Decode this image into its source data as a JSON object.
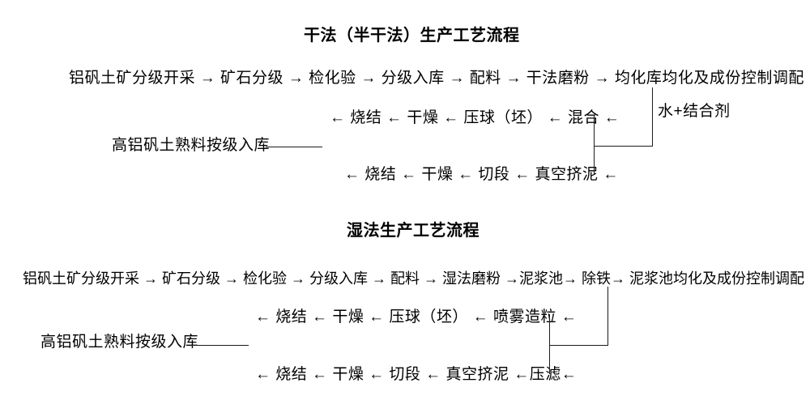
{
  "diagram": {
    "dry": {
      "title": "干法（半干法）生产工艺流程",
      "main_flow": "铝矾土矿分级开采 → 矿石分级 → 检化验 → 分级入库 → 配料 → 干法磨粉 → 均化库均化及成份控制调配",
      "additive_label": "水+结合剂",
      "press_flow": "← 烧结 ← 干燥 ← 压球（坯） ← 混合 ←",
      "storage_label": "高铝矾土熟料按级入库",
      "extrude_flow": "← 烧结 ← 干燥 ← 切段 ← 真空挤泥 ←"
    },
    "wet": {
      "title": "湿法生产工艺流程",
      "main_flow": "铝矾土矿分级开采 → 矿石分级 → 检化验 → 分级入库 → 配料 → 湿法磨粉 →泥浆池→ 除铁→ 泥浆池均化及成份控制调配",
      "press_flow": "← 烧结 ← 干燥 ← 压球（坯） ← 喷雾造粒 ←",
      "storage_label": "高铝矾土熟料按级入库",
      "extrude_flow": "← 烧结 ← 干燥 ← 切段 ← 真空挤泥 ←压滤←"
    }
  }
}
